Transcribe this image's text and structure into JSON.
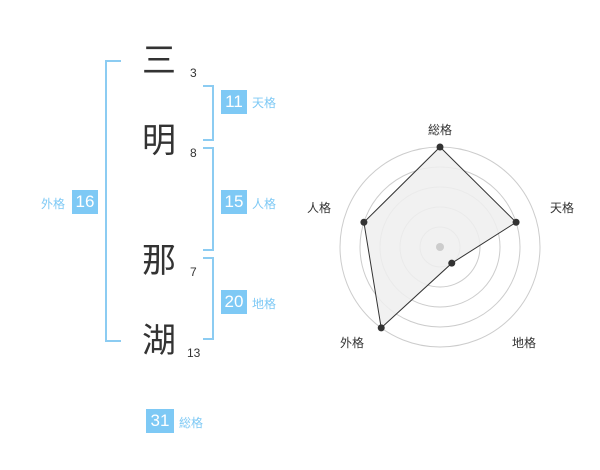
{
  "name": {
    "characters": [
      {
        "char": "三",
        "strokes": "3"
      },
      {
        "char": "明",
        "strokes": "8"
      },
      {
        "char": "那",
        "strokes": "7"
      },
      {
        "char": "湖",
        "strokes": "13"
      }
    ]
  },
  "fortunes": {
    "tenkaku": {
      "value": "11",
      "label": "天格"
    },
    "jinkaku": {
      "value": "15",
      "label": "人格"
    },
    "chikaku": {
      "value": "20",
      "label": "地格"
    },
    "gaikaku": {
      "value": "16",
      "label": "外格"
    },
    "soukaku": {
      "value": "31",
      "label": "総格"
    }
  },
  "colors": {
    "accent": "#7ec9f5",
    "bracket": "#8cccf2",
    "text": "#333333",
    "radar_fill": "#eeeeee",
    "radar_grid": "#cccccc"
  },
  "radar": {
    "axes": [
      "総格",
      "天格",
      "地格",
      "外格",
      "人格"
    ],
    "levels": 5,
    "values": [
      5,
      4,
      1,
      5,
      4
    ]
  }
}
